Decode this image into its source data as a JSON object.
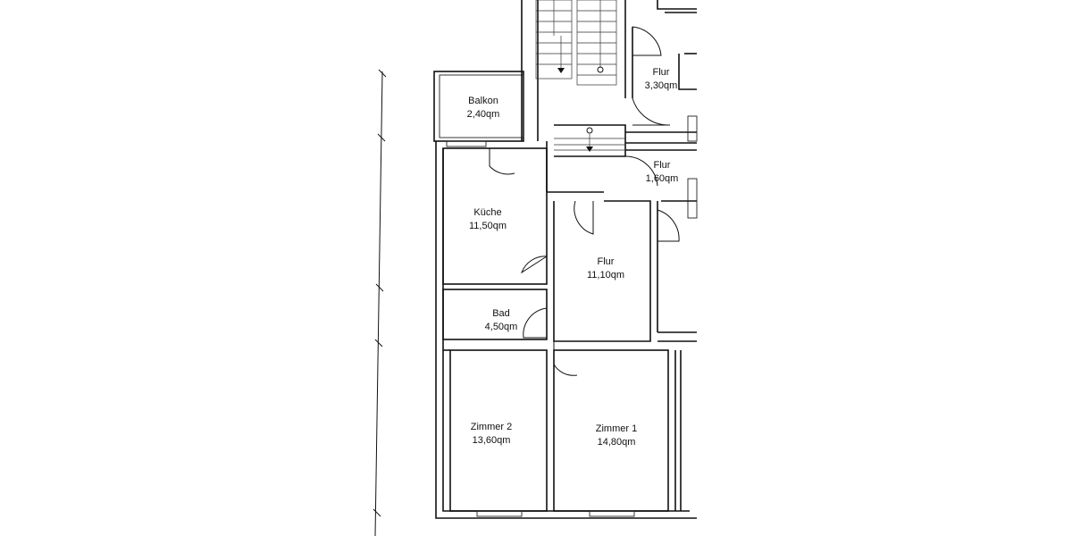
{
  "plan": {
    "rooms": [
      {
        "id": "balkon",
        "name": "Balkon",
        "area": "2,40qm"
      },
      {
        "id": "kueche",
        "name": "Küche",
        "area": "11,50qm"
      },
      {
        "id": "bad",
        "name": "Bad",
        "area": "4,50qm"
      },
      {
        "id": "flur-main",
        "name": "Flur",
        "area": "11,10qm"
      },
      {
        "id": "flur-top",
        "name": "Flur",
        "area": "3,30qm"
      },
      {
        "id": "flur-mid",
        "name": "Flur",
        "area": "1,60qm"
      },
      {
        "id": "zimmer2",
        "name": "Zimmer 2",
        "area": "13,60qm"
      },
      {
        "id": "zimmer1",
        "name": "Zimmer 1",
        "area": "14,80qm"
      }
    ]
  }
}
